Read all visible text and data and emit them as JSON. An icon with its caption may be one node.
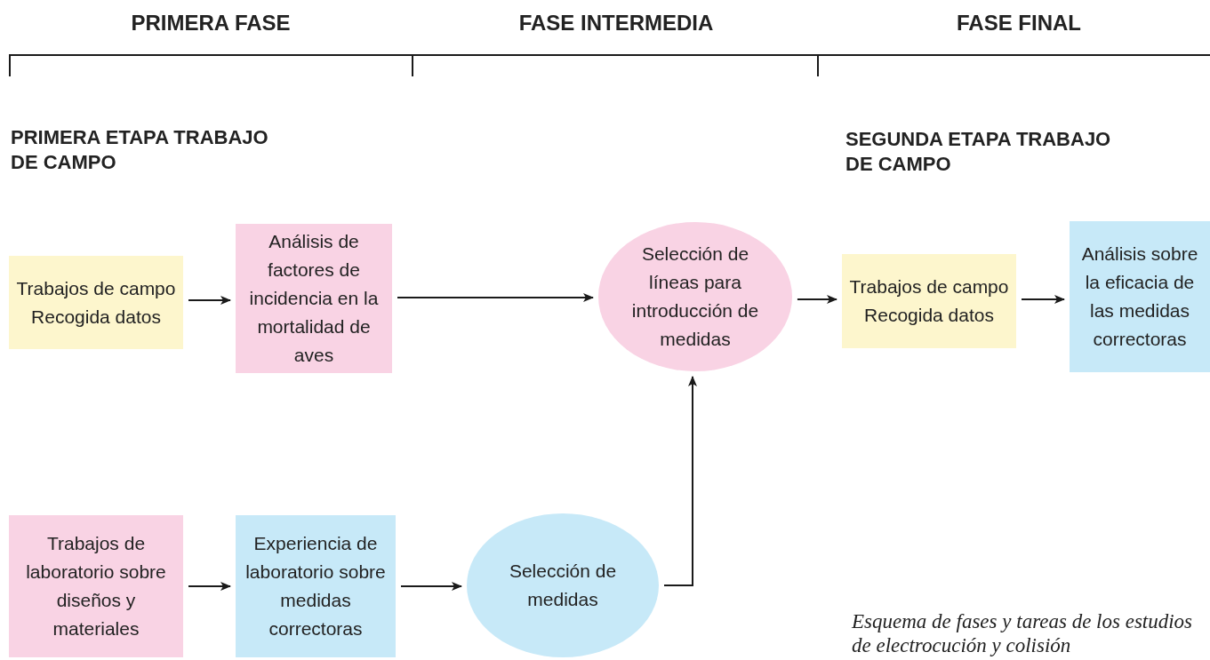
{
  "diagram": {
    "caption": "Esquema de fases y tareas de los estudios de electrocución y colisión",
    "nodes": [
      {
        "text": [
          "Trabajos de campo Recogida datos"
        ]
      },
      {
        "text": [
          "Análisis de factores de incidencia en la mortalidad de aves"
        ]
      },
      {
        "text": [
          "Selección de líneas para introducción de medidas"
        ]
      },
      {
        "text": [
          "Trabajos de campo Recogida datos"
        ]
      },
      {
        "text": [
          "Análisis sobre la eficacia de las medidas correctoras"
        ]
      },
      {
        "text": [
          "Trabajos de laboratorio sobre diseños y materiales"
        ]
      },
      {
        "text": [
          "Experiencia de laboratorio sobre medidas correctoras"
        ]
      },
      {
        "text": [
          "Selección de medidas"
        ]
      }
    ],
    "edges": [
      {
        "from": 0,
        "to": 1,
        "arrow": "to"
      },
      {
        "from": 1,
        "to": 2,
        "arrow": "to"
      },
      {
        "from": 2,
        "to": 3,
        "arrow": "to"
      },
      {
        "from": 3,
        "to": 4,
        "arrow": "to"
      },
      {
        "from": 5,
        "to": 6,
        "arrow": "to"
      },
      {
        "from": 6,
        "to": 7,
        "arrow": "to"
      },
      {
        "from": 7,
        "to": 2,
        "arrow": "to"
      }
    ],
    "labels": [
      "PRIMERA FASE",
      "FASE INTERMEDIA",
      "FASE FINAL",
      "PRIMERA ETAPA TRABAJO DE CAMPO",
      "SEGUNDA ETAPA TRABAJO DE CAMPO"
    ]
  }
}
